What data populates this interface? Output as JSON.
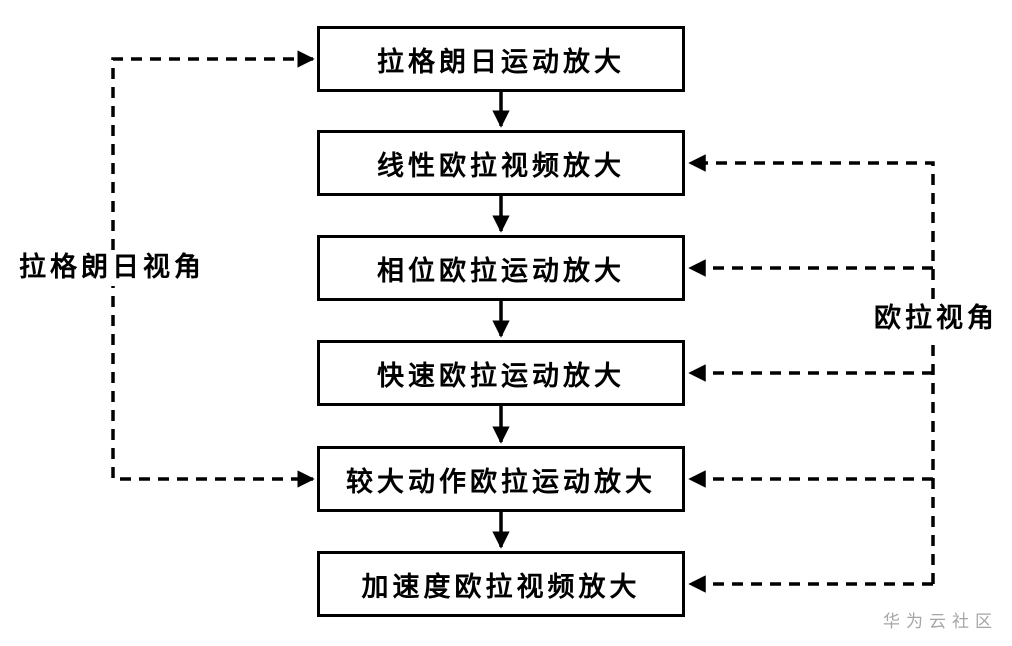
{
  "flowchart": {
    "title": "",
    "boxes": [
      {
        "label": "拉格朗日运动放大"
      },
      {
        "label": "线性欧拉视频放大"
      },
      {
        "label": "相位欧拉运动放大"
      },
      {
        "label": "快速欧拉运动放大"
      },
      {
        "label": "较大动作欧拉运动放大"
      },
      {
        "label": "加速度欧拉视频放大"
      }
    ],
    "side_labels": {
      "left": "拉格朗日视角",
      "right": "欧拉视角"
    },
    "connections": {
      "solid_sequence": [
        "拉格朗日运动放大 → 线性欧拉视频放大",
        "线性欧拉视频放大 → 相位欧拉运动放大",
        "相位欧拉运动放大 → 快速欧拉运动放大",
        "快速欧拉运动放大 → 较大动作欧拉运动放大",
        "较大动作欧拉运动放大 → 加速度欧拉视频放大"
      ],
      "dashed_left_targets": [
        "拉格朗日运动放大",
        "较大动作欧拉运动放大"
      ],
      "dashed_right_targets": [
        "线性欧拉视频放大",
        "相位欧拉运动放大",
        "快速欧拉运动放大",
        "较大动作欧拉运动放大",
        "加速度欧拉视频放大"
      ]
    },
    "watermark": "华为云社区",
    "colors": {
      "line": "#000000",
      "box_border": "#000000",
      "background": "#ffffff",
      "watermark": "#a6a6a6"
    }
  }
}
